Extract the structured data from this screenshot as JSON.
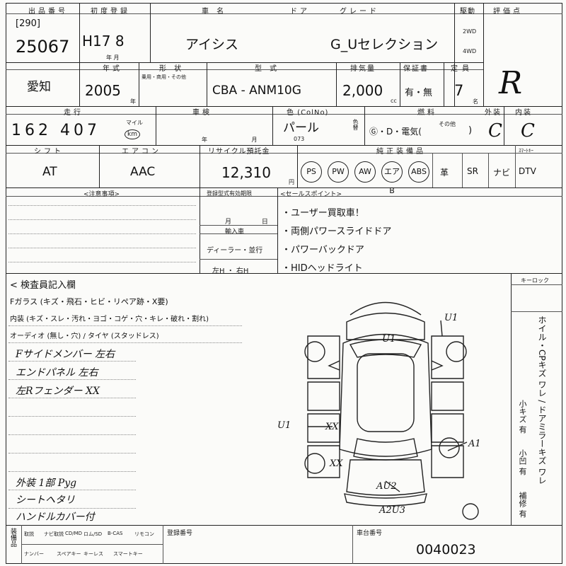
{
  "header": {
    "lot_label": "出品番号",
    "lot_sub": "[290]",
    "lot_no": "25067",
    "reg_label": "初度登録",
    "reg_value": "H17 8",
    "reg_unit": "年 月",
    "name_label": "車 名",
    "door_label": "ドア",
    "car_name": "アイシス",
    "grade_label": "グレード",
    "grade": "G_Uセレクション",
    "drive_label": "駆動",
    "drive_2wd": "2WD",
    "drive_4wd": "4WD",
    "score_label": "評価点",
    "score": "R"
  },
  "row2": {
    "region": "愛知",
    "year_label": "年式",
    "year": "2005",
    "year_unit": "年",
    "form_label": "形 状",
    "form_sub": "乗用・商用・その他",
    "model_label": "型 式",
    "model": "CBA - ANM10G",
    "disp_label": "排気量",
    "displacement": "2,000",
    "disp_unit": "cc",
    "warranty_label": "保証書",
    "warranty": "有・無",
    "capacity_label": "定員",
    "capacity": "7",
    "capacity_unit": "名"
  },
  "row3": {
    "mileage_label": "走行",
    "mileage": "162 407",
    "mileage_unit_top": "マイル",
    "mileage_unit": "km",
    "shaken_label": "車検",
    "shaken_unit": "年 月",
    "color_label": "色 (ColNo)",
    "color": "パール",
    "color_code": "073",
    "color_change": "色替",
    "fuel_label": "燃料",
    "fuel": "Ⓖ・D・電気(",
    "fuel_other": "その他",
    "fuel_close": ")",
    "exterior_label": "外装",
    "exterior": "C",
    "interior_label": "内装",
    "interior": "C"
  },
  "row4": {
    "shift_label": "シフト",
    "shift": "AT",
    "ac_label": "エアコン",
    "ac": "AAC",
    "recycle_label": "リサイクル預託金",
    "recycle": "12,310",
    "recycle_unit": "円",
    "equip_label": "純正装備品",
    "equipment": [
      "PS",
      "PW",
      "AW",
      "エアB",
      "ABS",
      "革",
      "SR",
      "ナビ",
      "DTV"
    ],
    "equipment_circled": [
      "PS",
      "PW",
      "AW",
      "エアB",
      "ABS"
    ],
    "key_label": "ｽﾏｰﾄｷｰ"
  },
  "notes": {
    "caution_label": "<注意事項>",
    "expiry_label": "登録型式有効期限",
    "expiry_unit": "月 日",
    "import_label": "輸入車",
    "import_dealer": "ディーラー・並行",
    "steering": "左H ・ 右H",
    "sales_label": "<セールスポイント>",
    "sales_points": [
      "・ユーザー買取車！",
      "・両側パワースライドドア",
      "・パワーバックドア",
      "・HIDヘッドライト"
    ]
  },
  "inspector": {
    "title": "< 検査員記入欄",
    "glass_line": "Fガラス (キズ・飛石・ヒビ・リペア跡・X要)",
    "interior_line": "内装 (キズ・スレ・汚れ・ヨゴ・コゲ・穴・キレ・破れ・割れ)",
    "audio_line": "オーディオ (無し・穴) / タイヤ (スタッドレス)",
    "hand_notes": [
      "Fサイドメンバー 左右",
      "エンドパネル 左右",
      "左Rフェンダー XX"
    ],
    "hand_notes_2": [
      "外装 1部 Pyg",
      "シートヘタリ",
      "ハンドルカバー付"
    ],
    "keyless_label": "キーロック",
    "legend_vertical": "ホイル・CPキズ ワレ / ドアミラーキズ ワレ",
    "legend_marks": [
      "小キズ 有",
      "小凹 有",
      "補修 有"
    ]
  },
  "diagram_marks": [
    {
      "text": "U1",
      "spot": "roof"
    },
    {
      "text": "U1",
      "spot": "right-front-door"
    },
    {
      "text": "U1",
      "spot": "left-rear"
    },
    {
      "text": "XX",
      "spot": "left-rear-door"
    },
    {
      "text": "XX",
      "spot": "left-quarter"
    },
    {
      "text": "A1",
      "spot": "right-rear-fender"
    },
    {
      "text": "AU2",
      "spot": "rear-bumper"
    },
    {
      "text": "A2U3",
      "spot": "rear-lower"
    }
  ],
  "footer": {
    "owner_label": "装備品",
    "cols_top": [
      "取説",
      "ナビ取説",
      "CD/MD",
      "ロム/SD",
      "B-CAS",
      "リモコン"
    ],
    "cols_bottom": [
      "ナンバー",
      "スペアキー",
      "キーレス",
      "スマートキー"
    ],
    "reg_no_label": "登録番号",
    "vin_label": "車台番号",
    "vin": "0040023"
  }
}
